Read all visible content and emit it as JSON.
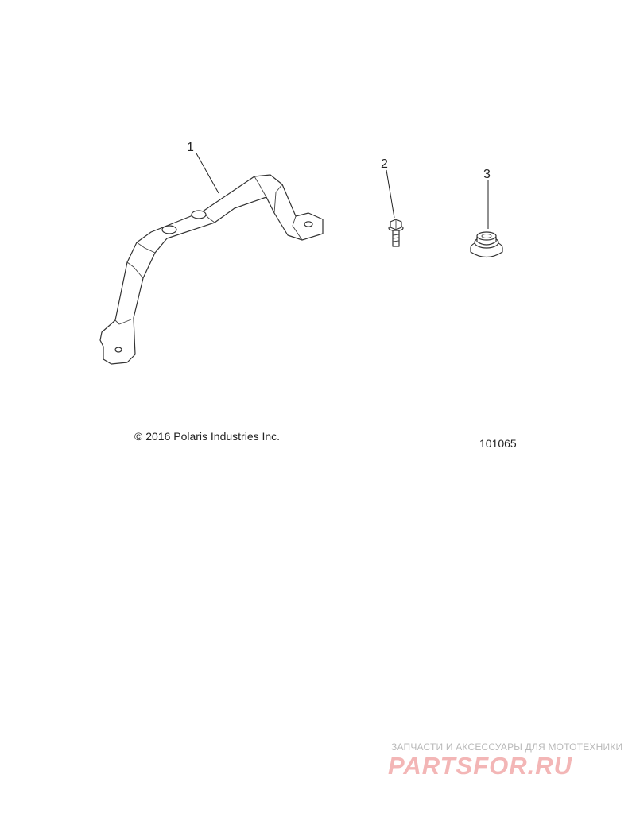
{
  "callouts": [
    {
      "id": "1",
      "label": "1",
      "part": "bracket"
    },
    {
      "id": "2",
      "label": "2",
      "part": "bolt"
    },
    {
      "id": "3",
      "label": "3",
      "part": "grommet"
    }
  ],
  "copyright": "© 2016 Polaris Industries Inc.",
  "document_number": "101065",
  "watermark": {
    "tagline": "ЗАПЧАСТИ И АКСЕССУАРЫ ДЛЯ МОТОТЕХНИКИ",
    "logo_text": "PARTSFOR.RU",
    "logo_color": "#f3b6b6",
    "tagline_color": "#b9b9b9"
  }
}
